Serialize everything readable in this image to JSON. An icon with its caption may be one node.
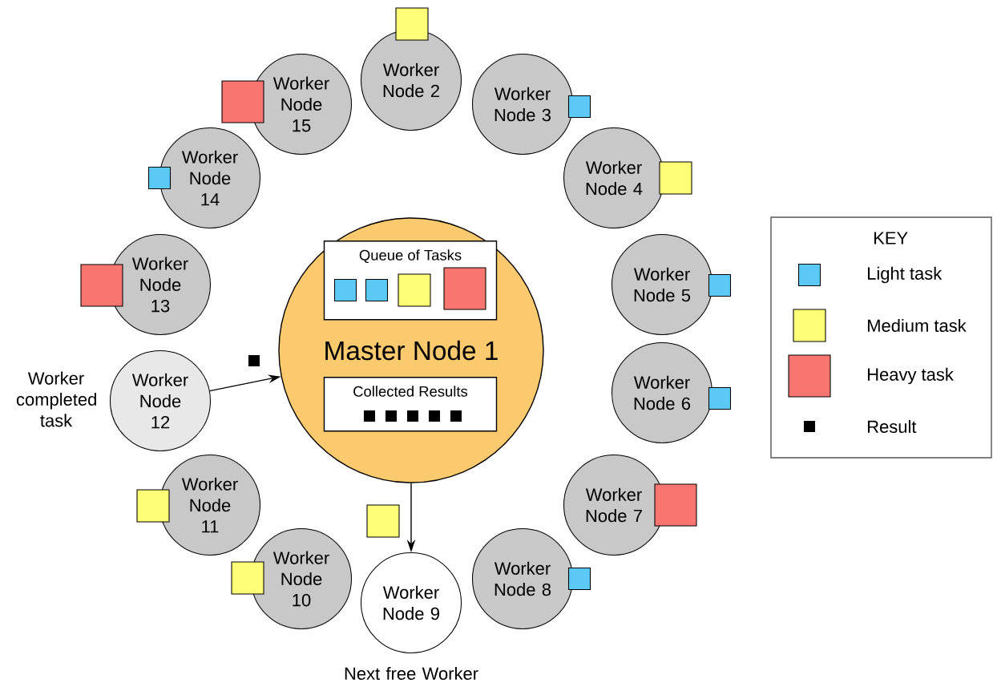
{
  "diagram": {
    "nodes": [
      {
        "text": [
          "Master Node 1"
        ]
      },
      {
        "text": [
          "Queue of Tasks"
        ],
        "in": 0
      },
      {
        "text": [
          "Collected Results"
        ],
        "in": 0
      },
      {
        "text": [
          "Worker Node 2"
        ]
      },
      {
        "text": [
          "Worker Node 3"
        ]
      },
      {
        "text": [
          "Worker Node 4"
        ]
      },
      {
        "text": [
          "Worker Node 5"
        ]
      },
      {
        "text": [
          "Worker Node 6"
        ]
      },
      {
        "text": [
          "Worker Node 7"
        ]
      },
      {
        "text": [
          "Worker Node 8"
        ]
      },
      {
        "text": [
          "Worker Node 9"
        ],
        "beside": [
          "Next free Worker"
        ]
      },
      {
        "text": [
          "Worker Node 10"
        ]
      },
      {
        "text": [
          "Worker Node 11"
        ]
      },
      {
        "text": [
          "Worker Node 12"
        ],
        "beside": [
          "Worker completed task"
        ]
      },
      {
        "text": [
          "Worker Node 13"
        ]
      },
      {
        "text": [
          "Worker Node 14"
        ]
      },
      {
        "text": [
          "Worker Node 15"
        ]
      }
    ],
    "edges": [
      {
        "from": 13,
        "to": 0,
        "arrow": "to"
      },
      {
        "from": 0,
        "to": 10,
        "arrow": "to"
      }
    ],
    "labels": [
      "KEY"
    ],
    "legend": [
      {
        "text": "Light task",
        "color": "#5bc8f5"
      },
      {
        "text": "Medium task",
        "color": "#ffff77"
      },
      {
        "text": "Heavy task",
        "color": "#f87570"
      },
      {
        "text": "Result",
        "color": "#000000"
      }
    ]
  }
}
